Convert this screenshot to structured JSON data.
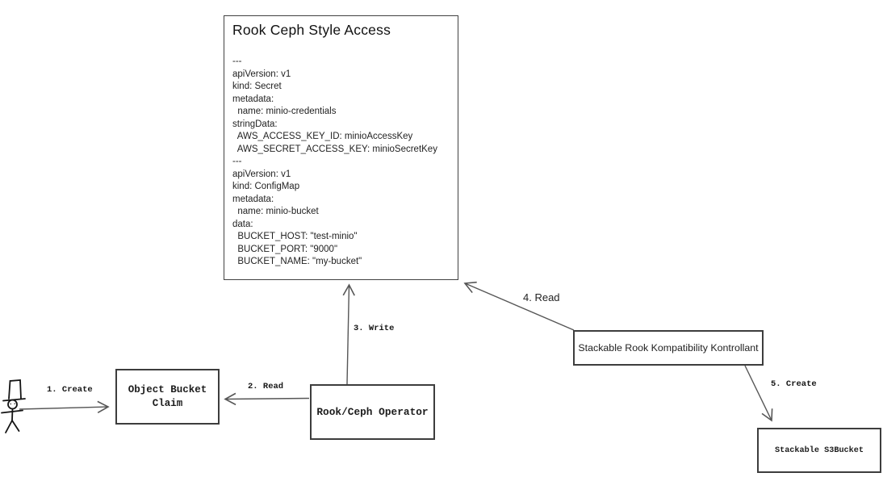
{
  "colors": {
    "background": "#ffffff",
    "box_border": "#3d3d3d",
    "arrow_stroke": "#565656",
    "text": "#1a1a1a"
  },
  "yaml_box": {
    "title": "Rook Ceph Style Access",
    "lines": [
      "---",
      "apiVersion: v1",
      "kind: Secret",
      "metadata:",
      "  name: minio-credentials",
      "stringData:",
      "  AWS_ACCESS_KEY_ID: minioAccessKey",
      "  AWS_SECRET_ACCESS_KEY: minioSecretKey",
      "---",
      "apiVersion: v1",
      "kind: ConfigMap",
      "metadata:",
      "  name: minio-bucket",
      "data:",
      "  BUCKET_HOST: \"test-minio\"",
      "  BUCKET_PORT: \"9000\"",
      "  BUCKET_NAME: \"my-bucket\""
    ]
  },
  "nodes": {
    "object_bucket_claim": {
      "label": "Object Bucket Claim"
    },
    "rook_ceph_operator": {
      "label": "Rook/Ceph Operator"
    },
    "stackable_kontrollant": {
      "label": "Stackable Rook Kompatibility Kontrollant"
    },
    "stackable_s3bucket": {
      "label": "Stackable S3Bucket"
    }
  },
  "edges": {
    "e1": {
      "label": "1. Create",
      "from": "user-actor",
      "to": "object_bucket_claim"
    },
    "e2": {
      "label": "2. Read",
      "from": "rook_ceph_operator",
      "to": "object_bucket_claim"
    },
    "e3": {
      "label": "3. Write",
      "from": "rook_ceph_operator",
      "to": "rook_ceph_style_access"
    },
    "e4": {
      "label": "4. Read",
      "from": "stackable_kontrollant",
      "to": "rook_ceph_style_access"
    },
    "e5": {
      "label": "5. Create",
      "from": "stackable_kontrollant",
      "to": "stackable_s3bucket"
    }
  },
  "icons": {
    "user_actor": "stick-figure-with-top-hat"
  }
}
